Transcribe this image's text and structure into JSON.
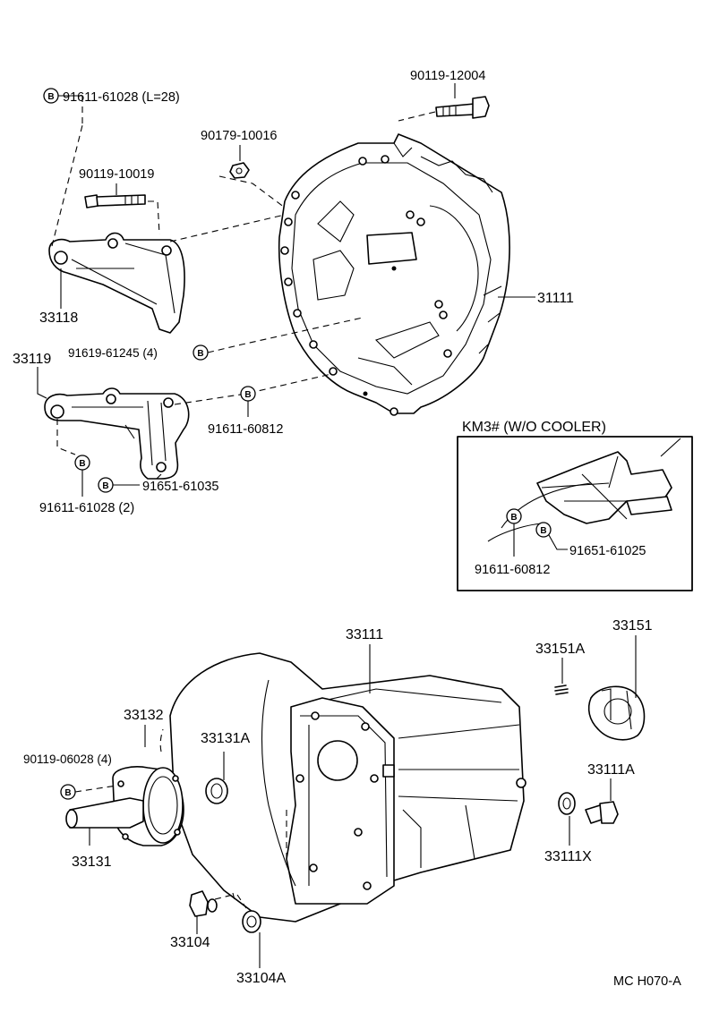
{
  "labels": {
    "p_91611_61028_L28": "91611-61028 (L=28)",
    "p_90119_12004": "90119-12004",
    "p_90179_10016": "90179-10016",
    "p_90119_10019": "90119-10019",
    "p_33118": "33118",
    "p_31111": "31111",
    "p_91619_61245": "91619-61245 (4)",
    "p_33119": "33119",
    "p_91611_60812": "91611-60812",
    "p_91651_61035": "91651-61035",
    "p_91611_61028_2": "91611-61028 (2)",
    "inset_title": "KM3# (W/O COOLER)",
    "inset_91651_61025": "91651-61025",
    "inset_91611_60812": "91611-60812",
    "p_33111": "33111",
    "p_33151A": "33151A",
    "p_33151": "33151",
    "p_33132": "33132",
    "p_33131A": "33131A",
    "p_90119_06028": "90119-06028 (4)",
    "p_33111A": "33111A",
    "p_33131": "33131",
    "p_33111X": "33111X",
    "p_33104": "33104",
    "p_33104A": "33104A",
    "diagram_code": "MC H070-A"
  },
  "badge_letter": "B"
}
